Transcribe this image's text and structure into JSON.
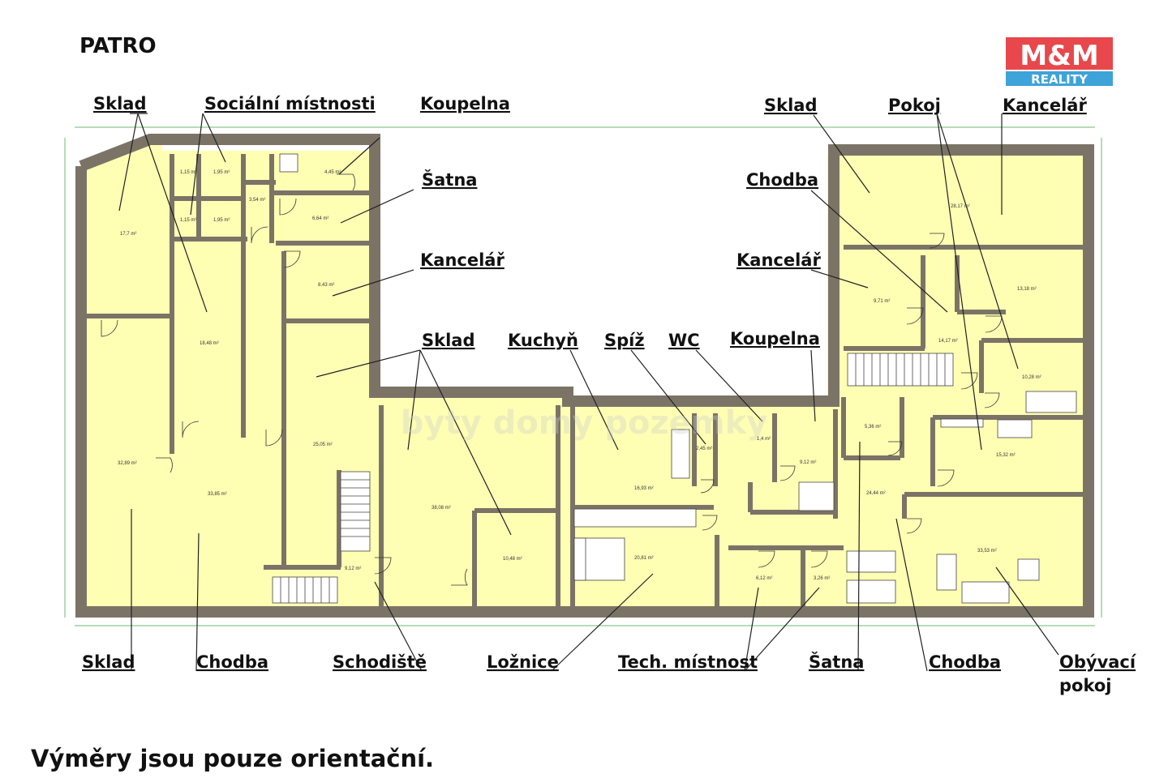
{
  "title": "PATRO",
  "note": "Výměry jsou pouze orientační.",
  "logo": {
    "top": "M&M",
    "bottom": "REALITY",
    "color": "#e8484b",
    "band": "#3ea3d8"
  },
  "watermark": "byty domy pozemky",
  "colors": {
    "room": "#ffffb4",
    "wall": "#7b7466",
    "dim": "#6fb86f"
  },
  "labels": {
    "sklad_tl": "Sklad",
    "socialni": "Sociální místnosti",
    "koupelna_t": "Koupelna",
    "satna_t": "Šatna",
    "kancelar_t": "Kancelář",
    "sklad_tm": "Sklad",
    "kuchyn": "Kuchyň",
    "spiz": "Spíž",
    "wc": "WC",
    "koupelna_m": "Koupelna",
    "sklad_tr": "Sklad",
    "pokoj": "Pokoj",
    "kancelar_tr": "Kancelář",
    "chodba_r": "Chodba",
    "kancelar_r": "Kancelář",
    "sklad_b": "Sklad",
    "chodba_b": "Chodba",
    "schodiste": "Schodiště",
    "loznice": "Ložnice",
    "tech": "Tech. místnost",
    "satna_b": "Šatna",
    "chodba_br": "Chodba",
    "obyvaci1": "Obývací",
    "obyvaci2": "pokoj"
  },
  "areas": {
    "a1": "17,7 m²",
    "a2": "1,15 m²",
    "a3": "1,95 m²",
    "a4": "4,45 m²",
    "a5": "1,15 m²",
    "a6": "1,95 m²",
    "a7": "3,54 m²",
    "a8": "6,64 m²",
    "a9": "8,43 m²",
    "a10": "18,48 m²",
    "a11": "25,05 m²",
    "a12": "32,89 m²",
    "a13": "33,85 m²",
    "a14": "9,12 m²",
    "a15": "38,08 m²",
    "a16": "10,48 m²",
    "a17": "16,93 m²",
    "a18": "2,45 m²",
    "a19": "1,4 m²",
    "a20": "9,12 m²",
    "a21": "20,81 m²",
    "a22": "6,12 m²",
    "a23": "3,26 m²",
    "a24": "28,17 m²",
    "a25": "9,71 m²",
    "a26": "14,17 m²",
    "a27": "13,18 m²",
    "a28": "10,28 m²",
    "a29": "5,36 m²",
    "a30": "15,32 m²",
    "a31": "24,44 m²",
    "a32": "33,53 m²"
  }
}
